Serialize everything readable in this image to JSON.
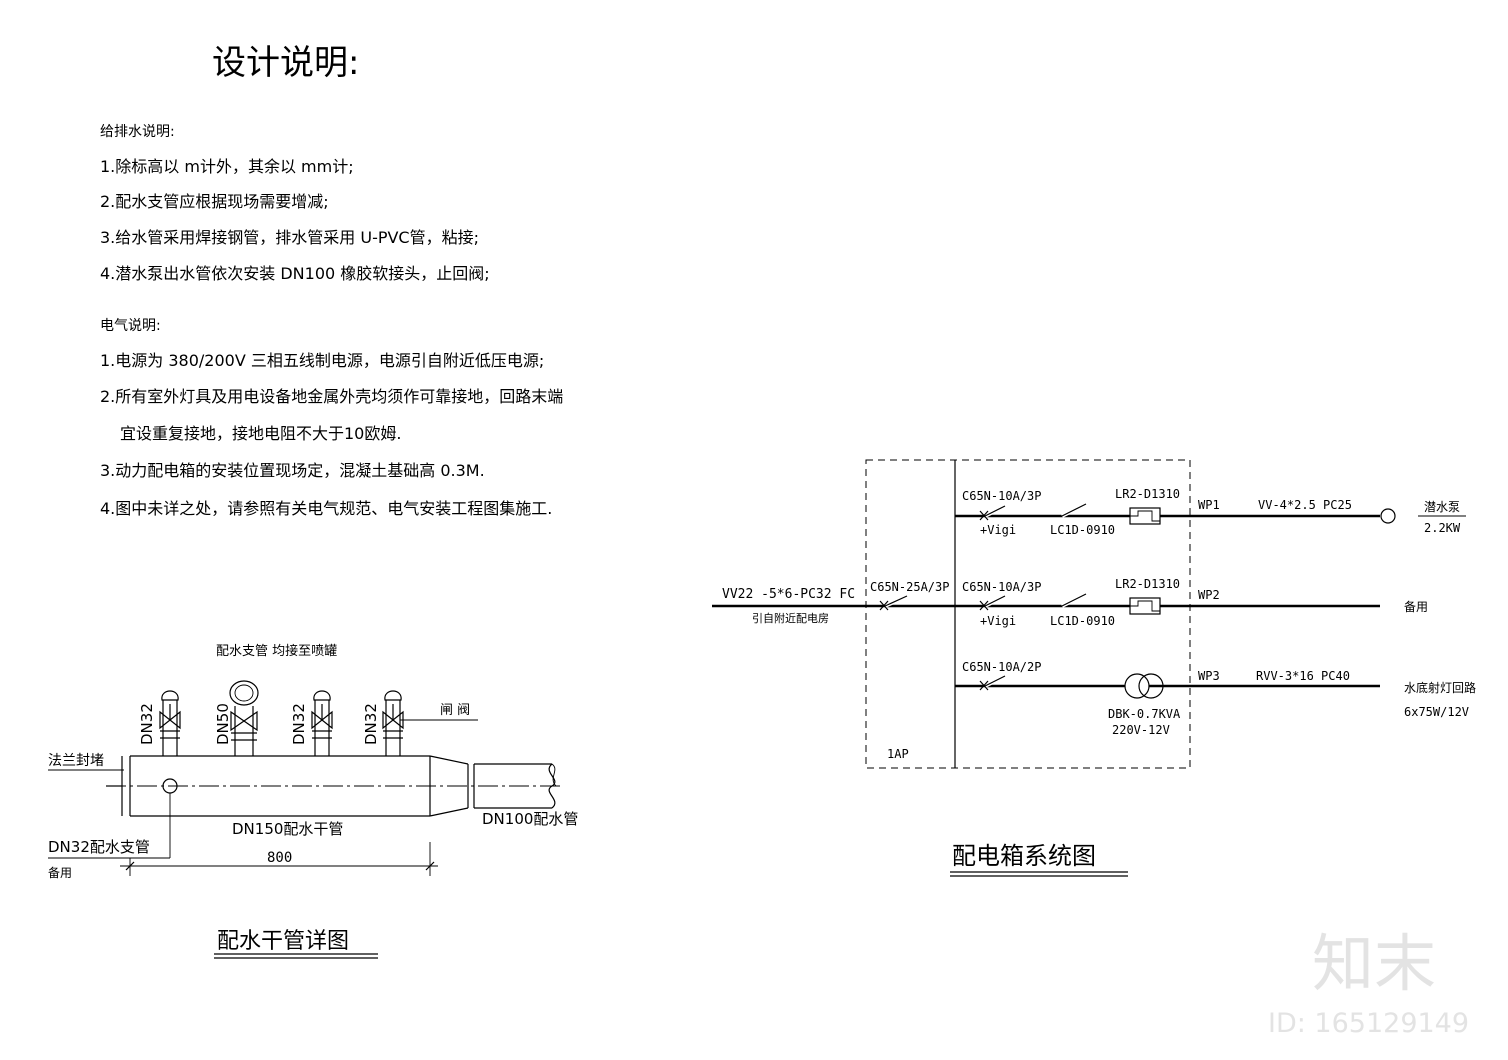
{
  "design_notes": {
    "title": "设计说明:",
    "water_heading": "给排水说明:",
    "water_items": [
      "1.除标高以   m计外，其余以   mm计;",
      "2.配水支管应根据现场需要增减;",
      "3.给水管采用焊接钢管，排水管采用          U-PVC管，粘接;",
      "4.潜水泵出水管依次安装        DN100   橡胶软接头，止回阀;"
    ],
    "elec_heading": "电气说明:",
    "elec_items": [
      "1.电源为  380/200V          三相五线制电源，电源引自附近低压电源;",
      "2.所有室外灯具及用电设备地金属外壳均须作可靠接地，回路末端",
      "宜设重复接地，接地电阻不大于10欧姆.",
      "3.动力配电箱的安装位置现场定，混凝土基础高               0.3M.",
      "4.图中未详之处，请参照有关电气规范、电气安装工程图集施工."
    ]
  },
  "pipe_detail": {
    "caption": "配水干管详图",
    "top_note": "配水支管   均接至喷罐",
    "gate_label": "闸  阀",
    "flange_label": "法兰封堵",
    "branches": [
      "DN32",
      "DN50",
      "DN32",
      "DN32"
    ],
    "main_label": "DN150配水干管",
    "outlet_label": "DN100配水管",
    "spare_branch": "DN32配水支管",
    "spare_label": "备用",
    "dimension": "800"
  },
  "system_diagram": {
    "caption": "配电箱系统图",
    "incoming_cable": "VV22 -5*6-PC32 FC",
    "incoming_note": "引自附近配电房",
    "main_breaker": "C65N-25A/3P",
    "box_label": "1AP",
    "circuits": [
      {
        "breaker": "C65N-10A/3P",
        "vigi": "+Vigi",
        "contactor": "LC1D-0910",
        "relay": "LR2-D1310",
        "id": "WP1",
        "cable": "VV-4*2.5   PC25",
        "load": "潜水泵",
        "load_detail": "2.2KW"
      },
      {
        "breaker": "C65N-10A/3P",
        "vigi": "+Vigi",
        "contactor": "LC1D-0910",
        "relay": "LR2-D1310",
        "id": "WP2",
        "load": "备用"
      },
      {
        "breaker": "C65N-10A/2P",
        "transformer": "DBK-0.7KVA",
        "transformer_detail": "220V-12V",
        "id": "WP3",
        "cable": "RVV-3*16   PC40",
        "load": "水底射灯回路",
        "load_detail": "6x75W/12V"
      }
    ]
  },
  "watermark": {
    "logo": "知末",
    "id": "ID: 165129149"
  }
}
